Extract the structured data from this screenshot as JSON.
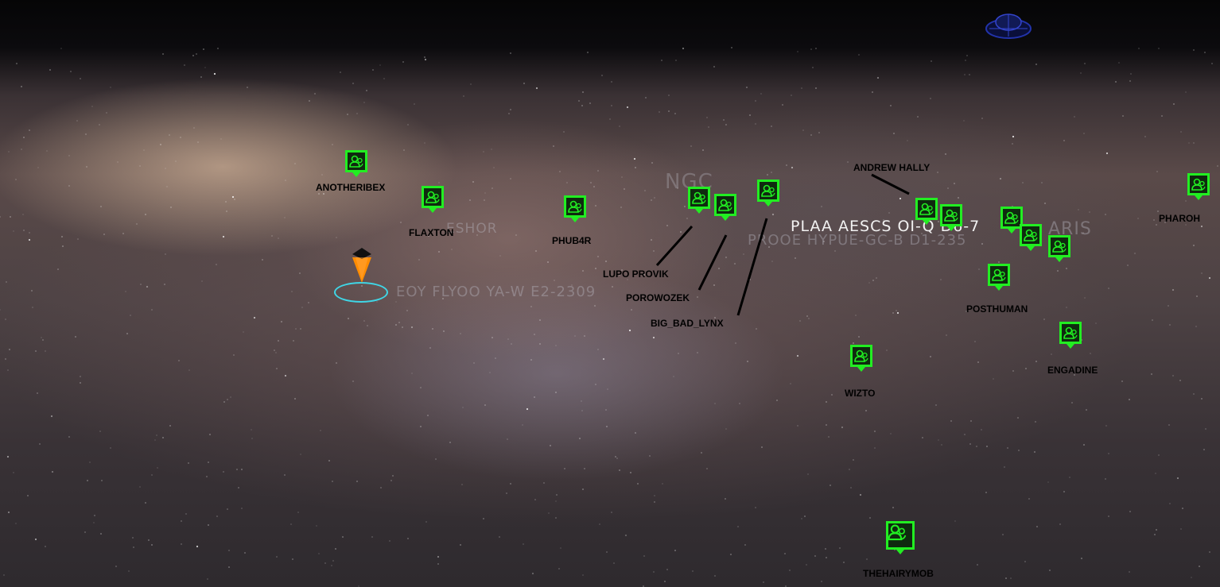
{
  "colors": {
    "marker_green": "#22ee22",
    "marker_fill": "#0f2a0f",
    "target_orange": "#ff8c00",
    "ring_cyan": "#3fd6e6",
    "label_black": "#000000"
  },
  "systems": [
    {
      "id": "sys-plaa",
      "text": "PLAA AESCS OI-Q D6-7",
      "style": "bright"
    },
    {
      "id": "sys-proog",
      "text": "PROOE HYPUE-GC-B D1-235",
      "style": "faint"
    },
    {
      "id": "sys-eoy",
      "text": "EOY FLYOO YA-W E2-2309",
      "style": "faint"
    },
    {
      "id": "sys-eshor",
      "text": "ESHOR",
      "style": "faint"
    },
    {
      "id": "sys-ngc",
      "text": "NGC",
      "style": "nebula"
    },
    {
      "id": "sys-aris",
      "text": "ARIS",
      "style": "faint"
    }
  ],
  "commanders": [
    {
      "name": "ANOTHERIBEX"
    },
    {
      "name": "FLAXTON"
    },
    {
      "name": "PHUB4R"
    },
    {
      "name": "LUPO PROVIK"
    },
    {
      "name": "POROWOZEK"
    },
    {
      "name": "BIG_BAD_LYNX"
    },
    {
      "name": "ANDREW HALLY"
    },
    {
      "name": "POSTHUMAN"
    },
    {
      "name": "PHAROH"
    },
    {
      "name": "ENGADINE"
    },
    {
      "name": "WIZTO"
    },
    {
      "name": "THEHAIRYMOB"
    }
  ],
  "icons": {
    "commander": "commander-group-icon",
    "target": "destination-pin-icon",
    "ship": "ship-icon"
  }
}
